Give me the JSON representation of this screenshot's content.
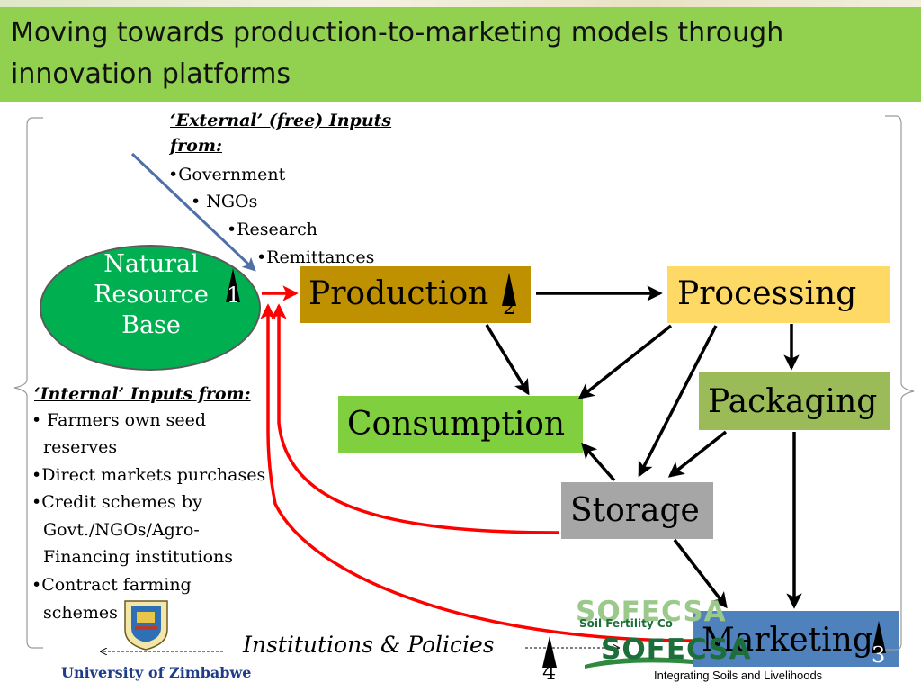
{
  "slide": {
    "title": "Moving towards production-to-marketing models through innovation platforms"
  },
  "external_inputs": {
    "heading_line1": "‘External’ (free) Inputs",
    "heading_line2": "from:",
    "items": [
      "•Government",
      "•  NGOs",
      "•Research",
      "•Remittances"
    ]
  },
  "internal_inputs": {
    "heading": "‘Internal’ Inputs from:",
    "items": [
      [
        "•  Farmers own seed",
        "reserves"
      ],
      [
        "•Direct markets purchases"
      ],
      [
        "•Credit schemes by",
        "Govt./NGOs/Agro-",
        "Financing institutions"
      ],
      [
        "•Contract farming",
        "schemes"
      ]
    ]
  },
  "nodes": {
    "natural_resource_base": {
      "line1": "Natural",
      "line2": "Resource",
      "line3": "Base",
      "number": "1"
    },
    "production": {
      "label": "Production",
      "number": "2"
    },
    "processing": {
      "label": "Processing"
    },
    "packaging": {
      "label": "Packaging"
    },
    "consumption": {
      "label": "Consumption"
    },
    "storage": {
      "label": "Storage"
    },
    "marketing": {
      "label": "Marketing",
      "number": "3"
    }
  },
  "footer": {
    "institutions_label": "Institutions & Policies",
    "institutions_number": "4",
    "university": "University of Zimbabwe",
    "logo_text": "SOFECSA",
    "logo_subtitle": "Soil Fertility Co",
    "logo_tagline": "Integrating Soils and Livelihoods"
  },
  "colors": {
    "header_green": "#92d050",
    "nrb_green": "#00b050",
    "production_gold": "#bf9000",
    "processing_yellow": "#ffd966",
    "packaging_olive": "#9bbb59",
    "consumption_green": "#7fcf3f",
    "storage_gray": "#a6a6a6",
    "marketing_blue": "#4f81bd",
    "feedback_red": "#ff0000",
    "external_arrow_blue": "#4f6fa8"
  }
}
